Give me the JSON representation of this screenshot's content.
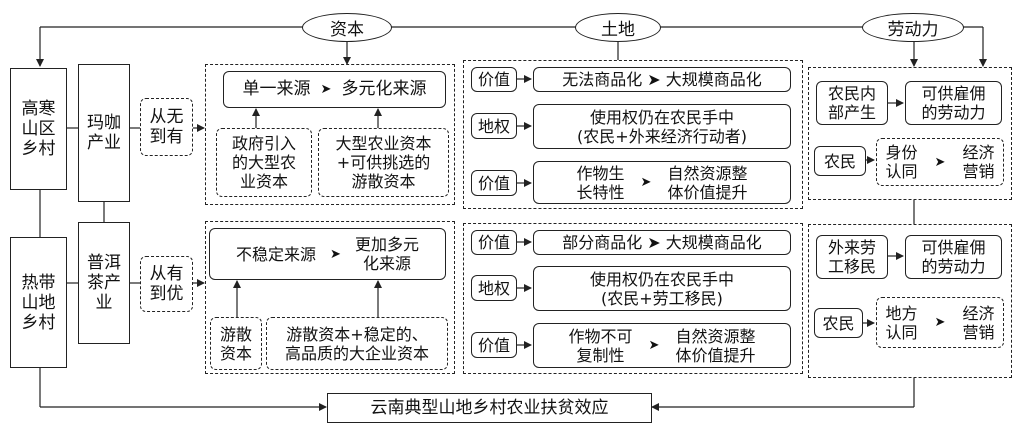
{
  "top_factors": {
    "capital": "资本",
    "land": "土地",
    "labor": "劳动力"
  },
  "villages": {
    "high_cold": "高寒\n山区\n乡村",
    "tropical": "热带\n山地\n乡村"
  },
  "industries": {
    "coffee": "玛咖\n产业",
    "tea": "普洱\n茶产业"
  },
  "transitions": {
    "none_to_some": "从无\n到有",
    "some_to_better": "从有\n到优"
  },
  "capital_upper": {
    "from": "单一来源",
    "to": "多元化来源",
    "src1": "政府引入\n的大型农\n业资本",
    "src2": "大型农业资本\n+可供挑选的\n游散资本"
  },
  "capital_lower": {
    "from": "不稳定来源",
    "to": "更加多元\n化来源",
    "src1": "游散\n资本",
    "src2": "游散资本+稳定的、\n高品质的大企业资本"
  },
  "land_upper": {
    "value_label": "价值",
    "value_text": "无法商品化 ➤ 大规模商品化",
    "rights_label": "地权",
    "rights_text": "使用权仍在农民手中\n(农民+外来经济行动者)",
    "value2_label": "价值",
    "value2_a": "作物生\n长特性",
    "value2_b": "自然资源整\n体价值提升"
  },
  "land_lower": {
    "value_label": "价值",
    "value_text": "部分商品化 ➤ 大规模商品化",
    "rights_label": "地权",
    "rights_text": "使用权仍在农民手中\n(农民+劳工移民)",
    "value2_label": "价值",
    "value2_a": "作物不可\n复制性",
    "value2_b": "自然资源整\n体价值提升"
  },
  "labor_upper": {
    "source": "农民内\n部产生",
    "result": "可供雇佣\n的劳动力",
    "farmer": "农民",
    "identity": "身份\n认同",
    "marketing": "经济\n营销"
  },
  "labor_lower": {
    "source": "外来劳\n工移民",
    "result": "可供雇佣\n的劳动力",
    "farmer": "农民",
    "identity": "地方\n认同",
    "marketing": "经济\n营销"
  },
  "bottom_effect": "云南典型山地乡村农业扶贫效应",
  "arrow_glyph": "➤"
}
